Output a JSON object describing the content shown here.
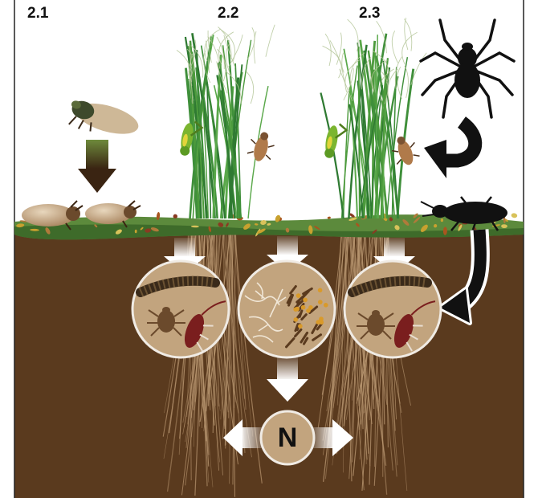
{
  "panels": [
    {
      "label": "2.1"
    },
    {
      "label": "2.2"
    },
    {
      "label": "2.3"
    }
  ],
  "nutrient_label": "N",
  "colors": {
    "soil": "#5a3a1e",
    "grass_mat": "#5c8a3c",
    "grass_blade": "#3f8f3a",
    "circle_fill": "#c2a47e",
    "circle_border": "#f0ebe4",
    "predator": "#111111",
    "root": "#b89670",
    "bean_bug": "#b07a4a",
    "millipede": "#3a2a1a",
    "red_bug": "#7a1e1e",
    "arrow_white": "#ffffff"
  },
  "icons": [
    "cicada-icon",
    "down-arrow-icon",
    "larvae-icon",
    "grasshopper-icon",
    "beetle-icon",
    "spider-icon",
    "ground-beetle-icon",
    "curved-arrow-icon",
    "millipede-icon",
    "mite-icon",
    "red-bug-icon",
    "fungal-hyphae-icon",
    "nutrient-icon"
  ]
}
